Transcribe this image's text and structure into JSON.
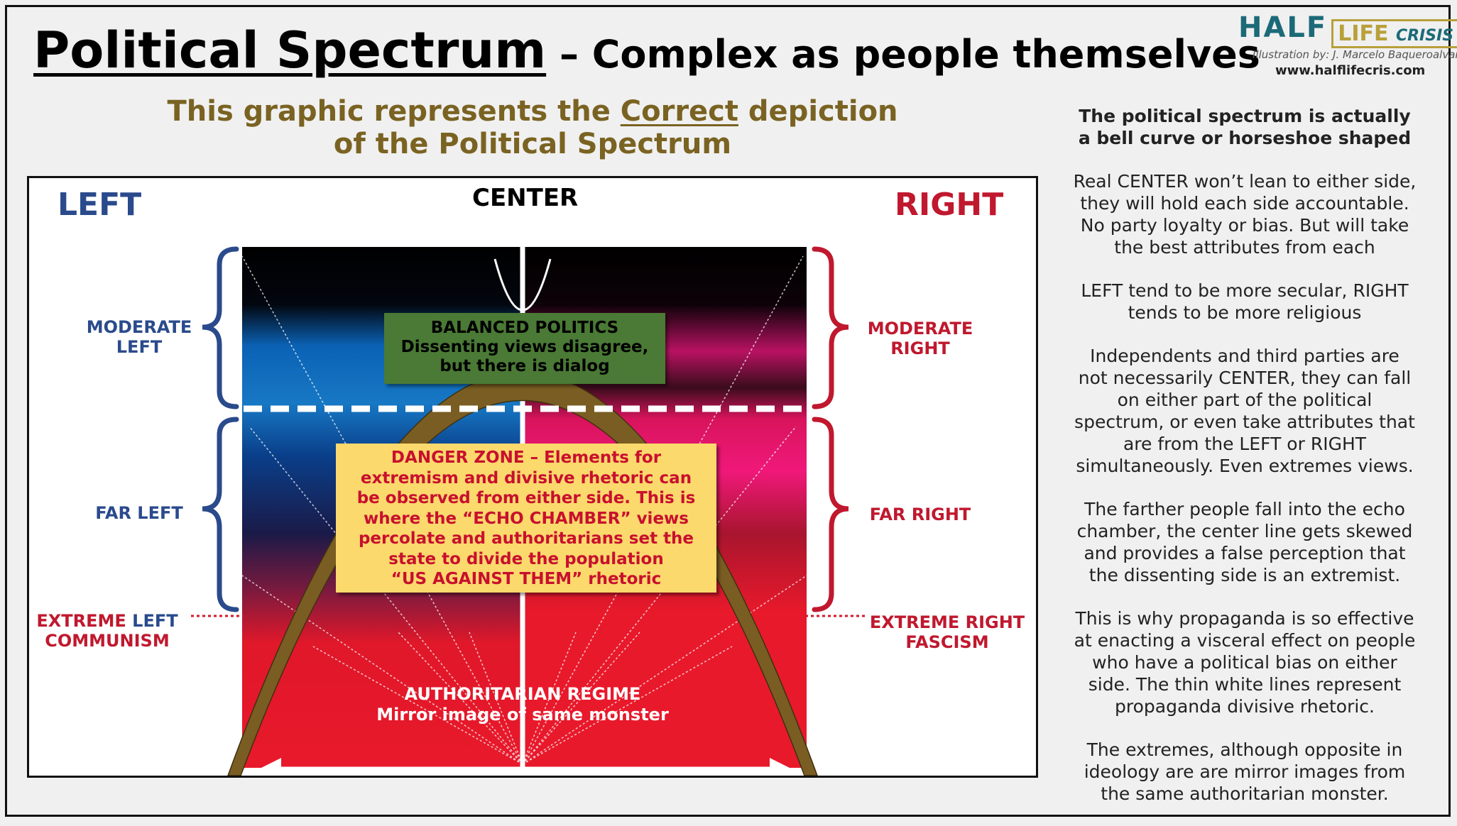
{
  "title": {
    "main": "Political Spectrum",
    "sub": " – Complex as people themselves"
  },
  "brand": {
    "half": "HALF",
    "life": "LIFE",
    "crisis": "CRISIS",
    "credit": "Illustration by: J. Marcelo Baqueroalvarez",
    "url": "www.halflifecris.com"
  },
  "headline": {
    "line1_pre": "This graphic represents the ",
    "line1_emph": "Correct",
    "line1_post": " depiction",
    "line2": "of the Political Spectrum"
  },
  "diagram": {
    "left_heading": "LEFT",
    "center_heading": "CENTER",
    "right_heading": "RIGHT",
    "moderate_left": [
      "MODERATE",
      "LEFT"
    ],
    "moderate_right": [
      "MODERATE",
      "RIGHT"
    ],
    "far_left": "FAR LEFT",
    "far_right": "FAR RIGHT",
    "extreme_left": {
      "word1": "EXTREME",
      "word2": "LEFT",
      "line2": "COMMUNISM"
    },
    "extreme_right": {
      "line1": "EXTREME RIGHT",
      "line2": "FASCISM"
    },
    "balanced": [
      "BALANCED POLITICS",
      "Dissenting views disagree,",
      "but there is dialog"
    ],
    "danger": [
      "DANGER ZONE – Elements for",
      "extremism and divisive rhetoric can",
      "be observed from either side.  This is",
      "where the “ECHO CHAMBER” views",
      "percolate and authoritarians set the",
      "state to divide the population",
      "“US AGAINST THEM” rhetoric"
    ],
    "authoritarian": [
      "AUTHORITARIAN REGIME",
      "Mirror image of same monster"
    ],
    "colors": {
      "left_blue": "#2a4a8c",
      "right_red": "#c0182e",
      "horseshoe": "#7a5d22",
      "balanced_bg": "#4a7a35",
      "danger_bg": "#fbd96c"
    }
  },
  "notes": {
    "heading": [
      "The political spectrum is actually",
      "a bell curve or horseshoe shaped"
    ],
    "paragraphs": [
      [
        "Real CENTER won’t lean to either side,",
        "they will hold each side accountable.",
        "No party loyalty or bias.  But will take",
        "the best attributes from each"
      ],
      [
        "LEFT tend to be more secular, RIGHT",
        "tends to be more religious"
      ],
      [
        "Independents and third parties are",
        "not necessarily CENTER, they can fall",
        "on either part of the political",
        "spectrum, or even take attributes that",
        "are from the LEFT or RIGHT",
        "simultaneously. Even extremes views."
      ],
      [
        "The farther people fall into the echo",
        "chamber, the center line gets skewed",
        "and provides a false perception that",
        "the dissenting side is an extremist."
      ],
      [
        "This is why propaganda is so effective",
        "at enacting a visceral effect on people",
        "who have a political bias on either",
        "side.  The thin white lines represent",
        "propaganda divisive rhetoric."
      ],
      [
        "The extremes, although opposite in",
        "ideology are are mirror images from",
        "the same authoritarian monster."
      ]
    ]
  }
}
